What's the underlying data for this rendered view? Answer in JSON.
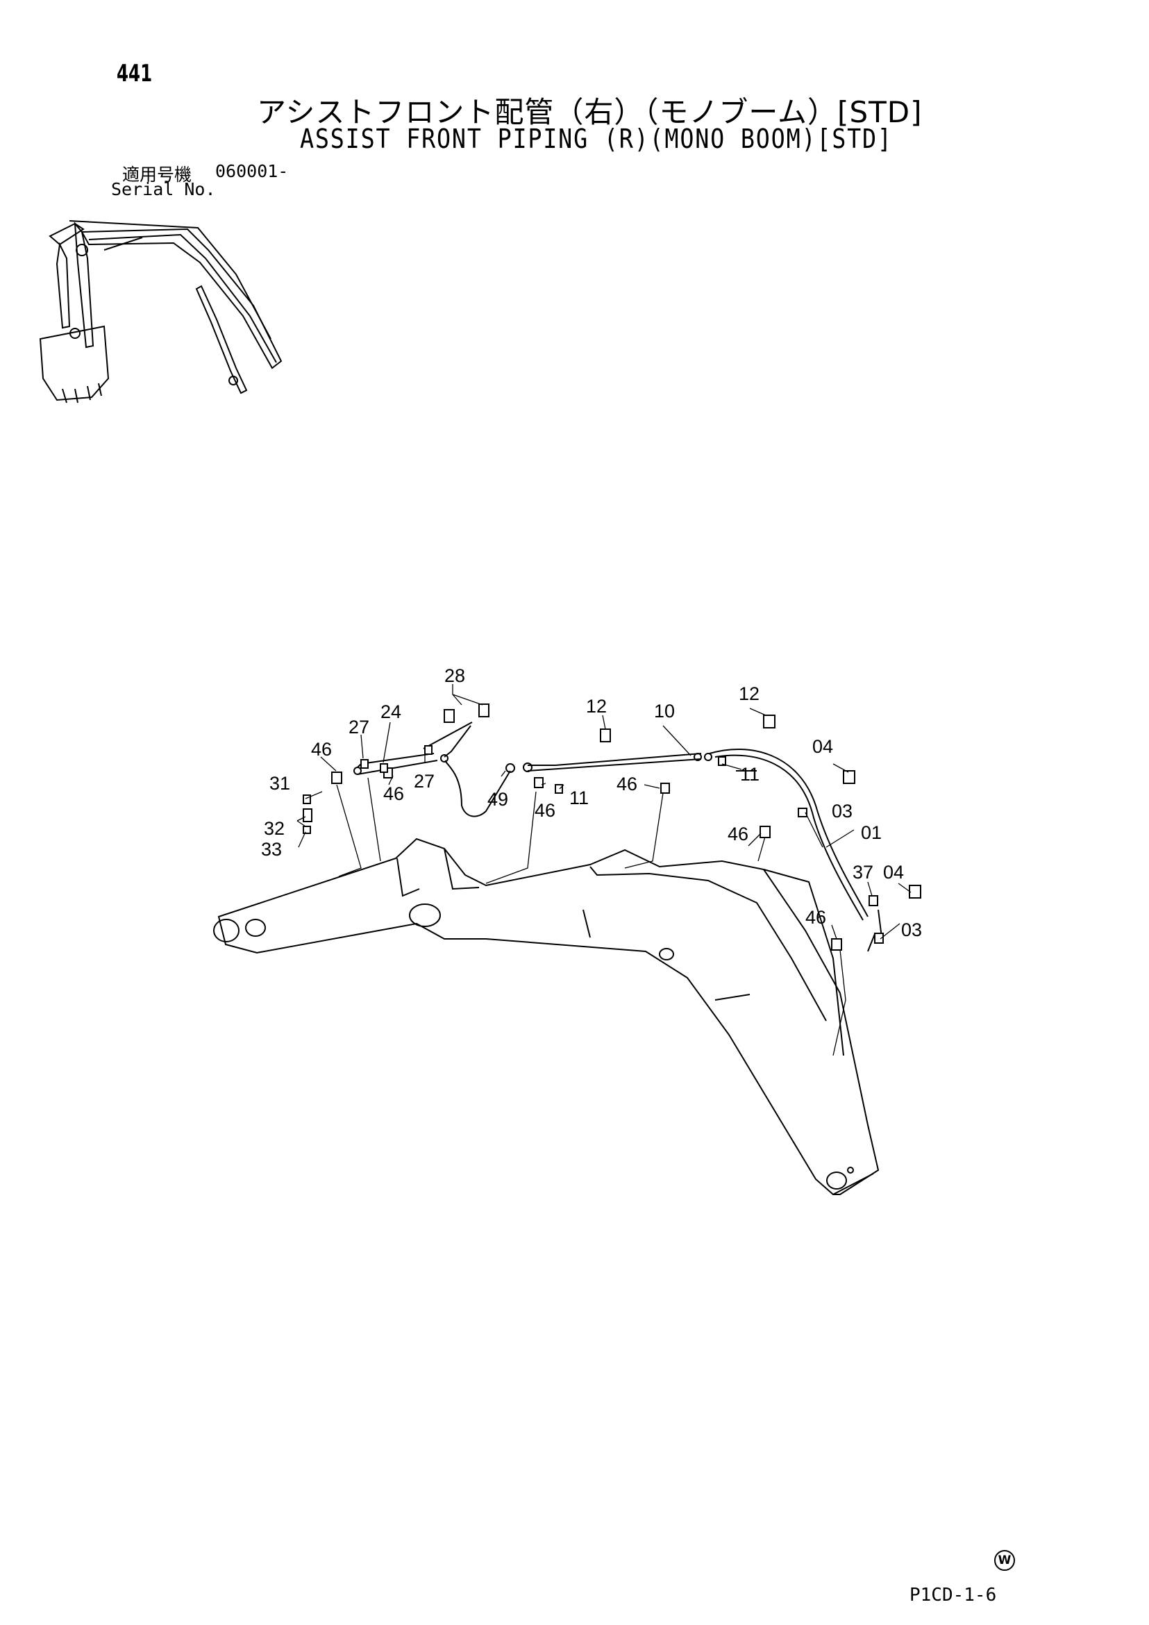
{
  "header": {
    "page_number": "441",
    "title_jp": "アシストフロント配管（右）（モノブーム）[STD]",
    "title_en": "ASSIST FRONT PIPING (R)(MONO BOOM)[STD]",
    "serial_label_jp": "適用号機",
    "serial_value": "060001-",
    "serial_label_en": "Serial No."
  },
  "callouts": {
    "c28": "28",
    "c24": "24",
    "c27a": "27",
    "c27b": "27",
    "c46a": "46",
    "c46b": "46",
    "c31": "31",
    "c32": "32",
    "c33": "33",
    "c49": "49",
    "c12a": "12",
    "c10": "10",
    "c12b": "12",
    "c46c": "46",
    "c11a": "11",
    "c46d": "46",
    "c11b": "11",
    "c04a": "04",
    "c46e": "46",
    "c03a": "03",
    "c01": "01",
    "c37": "37",
    "c04b": "04",
    "c46f": "46",
    "c03b": "03"
  },
  "footer": {
    "watermark_mark": "W",
    "drawing_code": "P1CD-1-6"
  }
}
